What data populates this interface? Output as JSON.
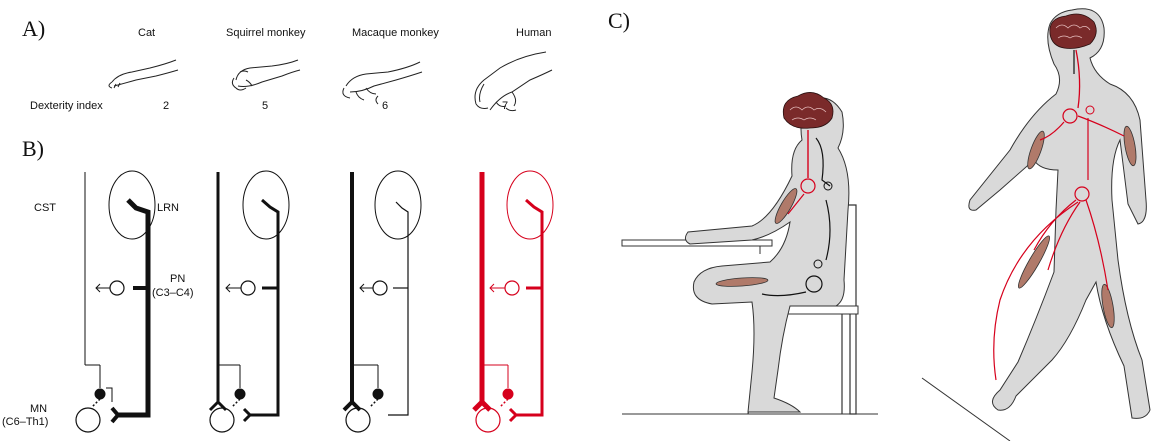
{
  "panels": {
    "a_letter": "A)",
    "b_letter": "B)",
    "c_letter": "C)"
  },
  "panel_a": {
    "species": [
      "Cat",
      "Squirrel monkey",
      "Macaque monkey",
      "Human"
    ],
    "dexterity_label": "Dexterity index",
    "dexterity_values": [
      "2",
      "5",
      "6",
      "7"
    ]
  },
  "panel_b": {
    "cst": "CST",
    "lrn": "LRN",
    "pn": "PN",
    "pn_levels": "(C3–C4)",
    "mn": "MN",
    "mn_levels": "(C6–Th1)"
  },
  "colors": {
    "pathway": "#111111",
    "highlight": "#d6001c",
    "body_fill": "#d9d9d9",
    "muscle": "#b07a6a"
  }
}
